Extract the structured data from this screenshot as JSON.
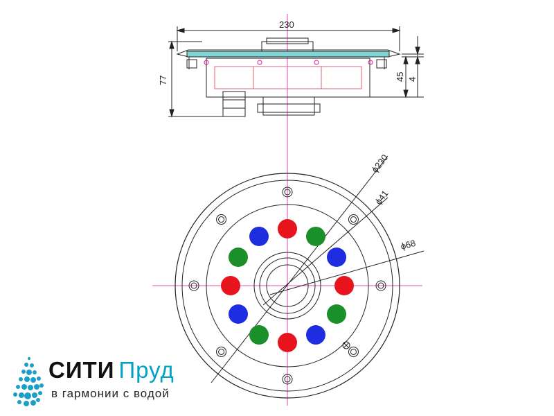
{
  "dimensions": {
    "top_width": "230",
    "height_total": "77",
    "height_body": "45",
    "height_flange": "4",
    "outer_diameter": "ϕ230",
    "inner_diameter": "ϕ41",
    "ring_diameter": "ϕ68"
  },
  "led_colors": [
    "#e8141d",
    "#1a8f2a",
    "#1f2de0",
    "#e8141d",
    "#1a8f2a",
    "#1f2de0",
    "#e8141d",
    "#1a8f2a",
    "#1f2de0",
    "#e8141d",
    "#1a8f2a",
    "#1f2de0"
  ],
  "colors": {
    "line": "#222222",
    "centerline": "#e0199a",
    "glass": "#7fd6d9",
    "red_outline": "#e06070",
    "logo_dots": "#1aa0c8"
  },
  "logo": {
    "brand_main": "СИТИ",
    "brand_accent": "Пруд",
    "slogan": "в гармонии с водой"
  }
}
